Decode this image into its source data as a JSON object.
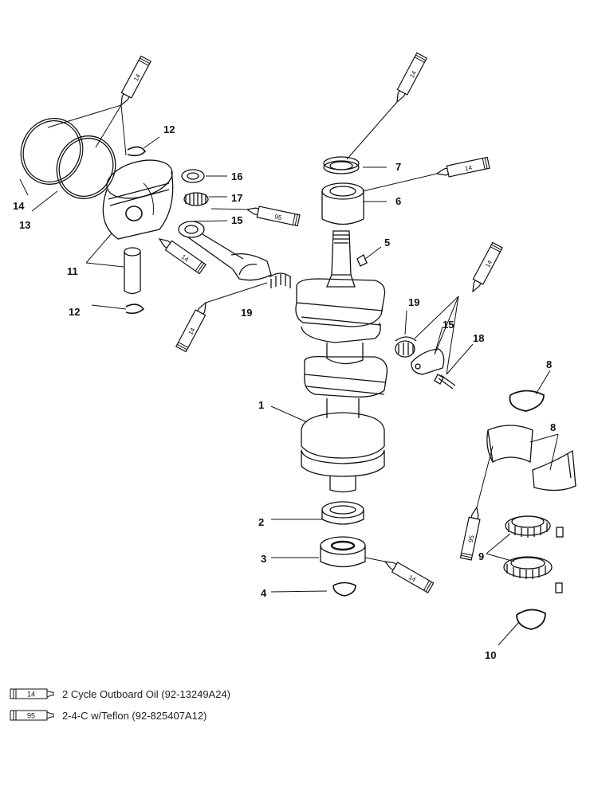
{
  "callouts": {
    "c1": "1",
    "c2": "2",
    "c3": "3",
    "c4": "4",
    "c5": "5",
    "c6": "6",
    "c7": "7",
    "c8a": "8",
    "c8b": "8",
    "c9": "9",
    "c10": "10",
    "c11": "11",
    "c12a": "12",
    "c12b": "12",
    "c13": "13",
    "c14": "14",
    "c15a": "15",
    "c15b": "15",
    "c16": "16",
    "c17": "17",
    "c18": "18",
    "c19a": "19",
    "c19b": "19"
  },
  "tubes": {
    "oil": "14",
    "teflon": "95"
  },
  "legend": [
    {
      "tube": "14",
      "text": "2 Cycle Outboard Oil (92-13249A24)"
    },
    {
      "tube": "95",
      "text": "2-4-C w/Teflon (92-825407A12)"
    }
  ],
  "icons": [
    "lubricant-tube-icon"
  ]
}
